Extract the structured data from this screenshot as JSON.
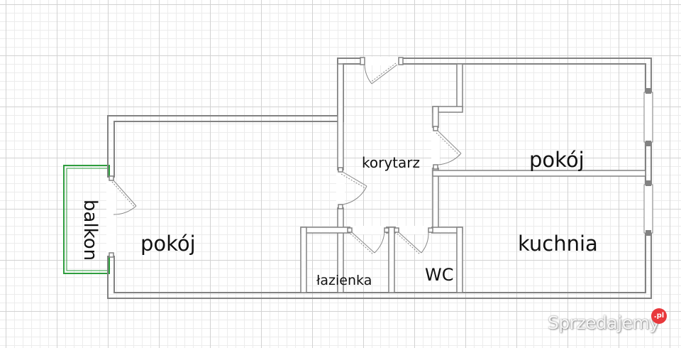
{
  "floor_plan": {
    "rooms": [
      {
        "id": "pokoj-1",
        "label": "pokój"
      },
      {
        "id": "balkon",
        "label": "balkon"
      },
      {
        "id": "korytarz",
        "label": "korytarz"
      },
      {
        "id": "pokoj-2",
        "label": "pokój"
      },
      {
        "id": "kuchnia",
        "label": "kuchnia"
      },
      {
        "id": "lazienka",
        "label": "łazienka"
      },
      {
        "id": "wc",
        "label": "WC"
      }
    ],
    "colors": {
      "wall": "#828282",
      "wall_fill": "#ffffff",
      "balcony": "#2e9e3e",
      "grid_major": "#d2d2d2",
      "grid_minor": "#ececec",
      "door_swing": "#888888"
    }
  },
  "watermark": {
    "text": "Sprzedajemy",
    "badge": ".pl"
  }
}
